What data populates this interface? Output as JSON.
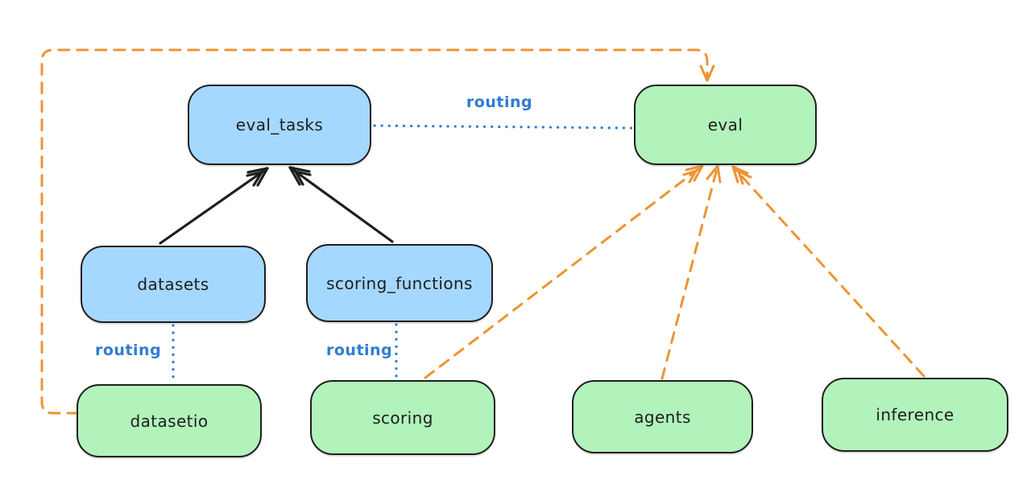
{
  "diagram": {
    "nodes": {
      "eval_tasks": {
        "label": "eval_tasks",
        "kind": "registry"
      },
      "eval": {
        "label": "eval",
        "kind": "api"
      },
      "datasets": {
        "label": "datasets",
        "kind": "registry"
      },
      "scoring_functions": {
        "label": "scoring_functions",
        "kind": "registry"
      },
      "datasetio": {
        "label": "datasetio",
        "kind": "api"
      },
      "scoring": {
        "label": "scoring",
        "kind": "api"
      },
      "agents": {
        "label": "agents",
        "kind": "api"
      },
      "inference": {
        "label": "inference",
        "kind": "api"
      }
    },
    "edges": {
      "eval_tasks_to_eval": {
        "label": "routing",
        "style": "dotted-blue"
      },
      "datasets_to_datasetio": {
        "label": "routing",
        "style": "dotted-blue"
      },
      "scoring_functions_to_scoring": {
        "label": "routing",
        "style": "dotted-blue"
      },
      "datasets_to_eval_tasks": {
        "label": "",
        "style": "solid-black-arrow"
      },
      "scoring_functions_to_eval_tasks": {
        "label": "",
        "style": "solid-black-arrow"
      },
      "scoring_to_eval": {
        "label": "",
        "style": "dashed-orange-arrow"
      },
      "agents_to_eval": {
        "label": "",
        "style": "dashed-orange-arrow"
      },
      "inference_to_eval": {
        "label": "",
        "style": "dashed-orange-arrow"
      },
      "datasetio_to_eval": {
        "label": "",
        "style": "dashed-orange-arrow-loop"
      }
    }
  },
  "colors": {
    "canvas-bg": "#ffffff",
    "node-blue-fill": "#a5d8ff",
    "node-green-fill": "#b2f2bb",
    "node-stroke": "#1e1e1e",
    "arrow-black": "#1e1e1e",
    "arrow-orange": "#ec9434",
    "routing-blue": "#2f7cd0"
  }
}
